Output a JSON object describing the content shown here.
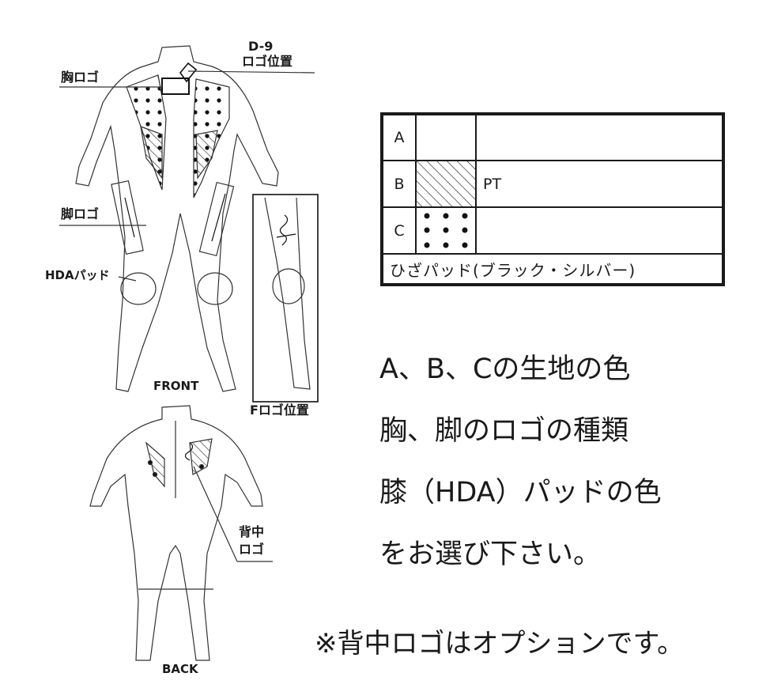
{
  "labels": {
    "d9": "D-9",
    "d9_sub": "ロゴ位置",
    "chest_logo": "胸ロゴ",
    "leg_logo": "脚ロゴ",
    "hda_pad": "HDAパッド",
    "front": "FRONT",
    "f_logo_pos": "Fロゴ位置",
    "back_logo_1": "背中",
    "back_logo_2": "ロゴ",
    "back": "BACK"
  },
  "legend": {
    "rows": [
      {
        "key": "A",
        "swatch": "plain",
        "name": ""
      },
      {
        "key": "B",
        "swatch": "hatch",
        "name": "PT"
      },
      {
        "key": "C",
        "swatch": "dots",
        "name": ""
      }
    ],
    "footer": "ひざパッド(ブラック・シルバー)"
  },
  "instructions": [
    "A、B、Cの生地の色",
    "胸、脚のロゴの種類",
    "膝（HDA）パッドの色",
    "をお選び下さい。"
  ],
  "note": "※背中ロゴはオプションです。"
}
